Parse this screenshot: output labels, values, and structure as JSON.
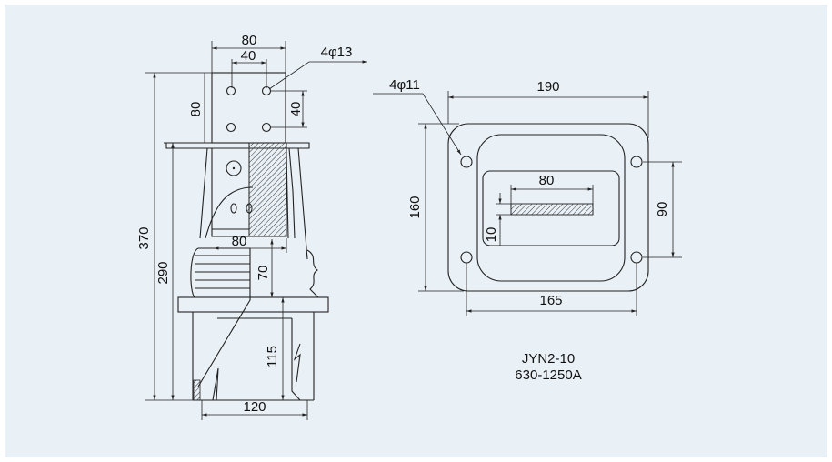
{
  "side_view": {
    "dims": {
      "top_width": "80",
      "hole_spacing_h": "40",
      "hole_callout": "4φ13",
      "hole_spacing_v": "40",
      "plate_height": "80",
      "total_height": "370",
      "body_height": "290",
      "mid_width": "80",
      "bellows_height": "70",
      "lower_height": "115",
      "base_width": "120"
    }
  },
  "flange_view": {
    "dims": {
      "hole_callout": "4φ11",
      "overall_width": "190",
      "overall_height": "160",
      "hole_spacing_v": "90",
      "hole_spacing_h": "165",
      "bar_width": "80",
      "bar_thickness": "10"
    }
  },
  "caption": {
    "model": "JYN2-10",
    "rating": "630-1250A"
  },
  "colors": {
    "background": "#e9f0f6",
    "line": "#222222"
  }
}
